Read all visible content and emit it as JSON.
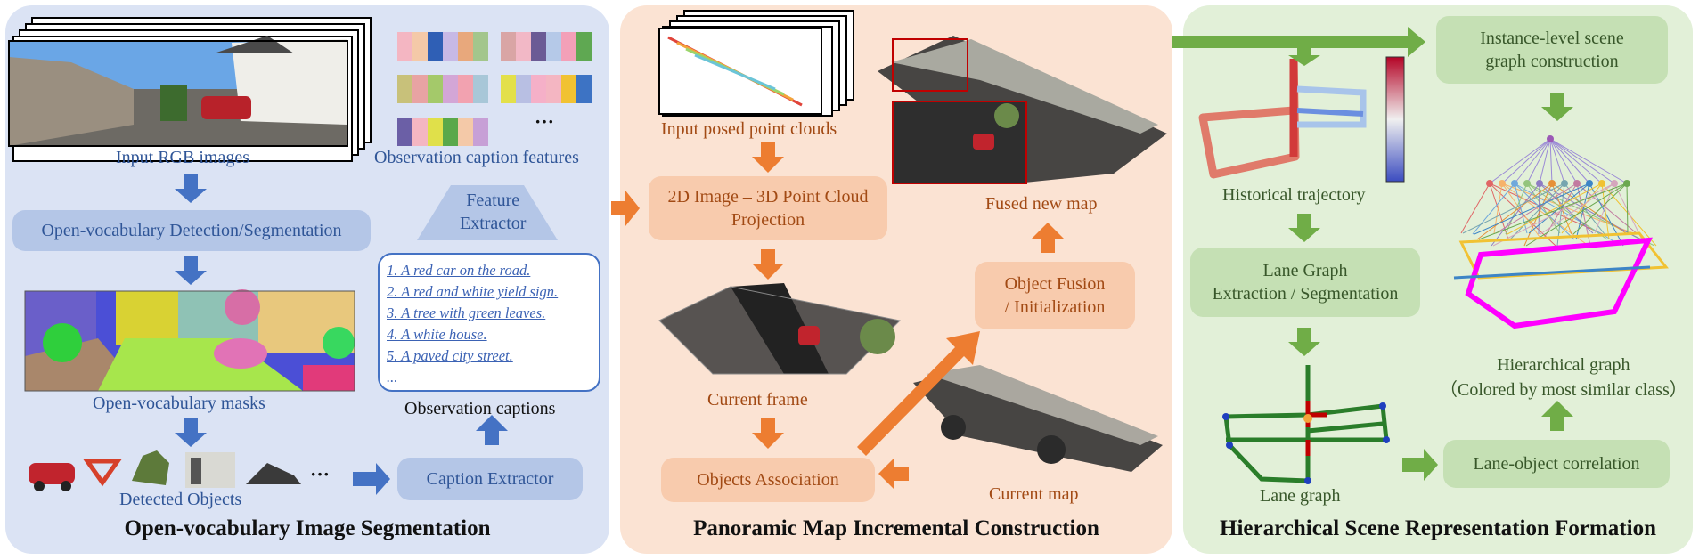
{
  "panel1": {
    "title": "Open-vocabulary Image Segmentation",
    "input_rgb_label": "Input RGB images",
    "detection_box": "Open-vocabulary Detection/Segmentation",
    "masks_label": "Open-vocabulary masks",
    "detected_label": "Detected Objects",
    "detected_ellipsis": "···",
    "caption_extractor": "Caption Extractor",
    "observation_captions_label": "Observation captions",
    "captions": [
      "1. A red car on the road.",
      "2. A red and white yield sign.",
      "3. A tree with green leaves.",
      "4. A white house.",
      "5. A paved city street.",
      "..."
    ],
    "feature_extractor_line1": "Feature",
    "feature_extractor_line2": "Extractor",
    "caption_features_label": "Observation caption features",
    "features_ellipsis": "···"
  },
  "panel2": {
    "title": "Panoramic Map Incremental Construction",
    "input_clouds_label": "Input posed point clouds",
    "projection_line1": "2D Image – 3D Point Cloud",
    "projection_line2": "Projection",
    "current_frame_label": "Current frame",
    "association_box": "Objects Association",
    "fusion_line1": "Object Fusion",
    "fusion_line2": "/ Initialization",
    "fused_map_label": "Fused new map",
    "current_map_label": "Current map"
  },
  "panel3": {
    "title": "Hierarchical Scene Representation Formation",
    "trajectory_label": "Historical trajectory",
    "lane_extract_line1": "Lane Graph",
    "lane_extract_line2": "Extraction / Segmentation",
    "lane_graph_label": "Lane graph",
    "lane_object_box": "Lane-object correlation",
    "instance_line1": "Instance-level scene",
    "instance_line2": "graph construction",
    "hier_line1": "Hierarchical graph",
    "hier_line2": "（Colored by most similar class）"
  },
  "colors": {
    "blue_panel": "#dbe3f4",
    "orange_panel": "#fbe3d3",
    "green_panel": "#e2f0d8",
    "blue_arrow": "#4472c4",
    "orange_arrow": "#ed7d31",
    "green_arrow": "#70ad47"
  }
}
